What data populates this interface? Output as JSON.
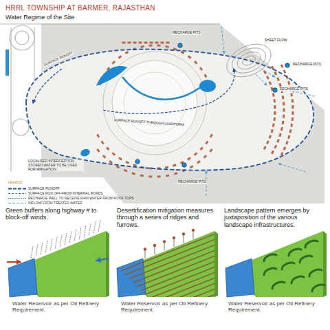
{
  "diagram": {
    "title": "HRRL TOWNSHIP AT BARMER, RAJASTHAN",
    "labels": [
      "Water Regime of the Site",
      "RECHARGE PITS",
      "SHEET FLOW",
      "RECHARGE PITS",
      "RECHARGE PITS",
      "SURFACE RUNOFF",
      "SURFACE RUNOFF THROUGH LANDFORM",
      "LOCALISED INTERCEPTION STORED WATER TO BE USED FOR IRRIGATION",
      "RECHARGE PITS",
      "LEGEND",
      "Green buffers along highway # to block-off winds.",
      "Desertification mitigation measures through a series of ridges and furrows.",
      "Landscape pattern emerges by juxtaposition of the various landscape infrastructures.",
      "Water Reservoir as per Oil Refinery Requirement.",
      "Water Reservoir as per Oil Refinery Requirement.",
      "Water Reservoir as per Oil Refinery Requirement."
    ],
    "legend": [
      {
        "text": "SURFACE RUNOFF"
      },
      {
        "text": "SURFACE RUN OFF FROM INTERNAL ROADS"
      },
      {
        "text": "RECHARGE WELL TO RECEIVE RAIN WATER FROM ROOF TOPS"
      },
      {
        "text": "INFLOW FROM TREATED WATER"
      }
    ]
  }
}
